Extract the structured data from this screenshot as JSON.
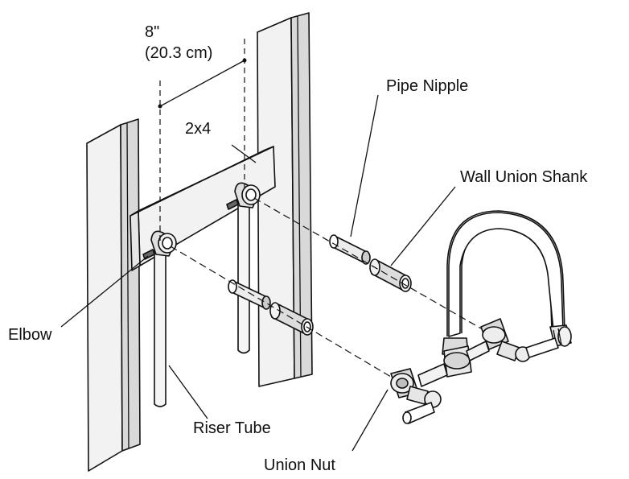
{
  "labels": {
    "dimension_in": "8\"",
    "dimension_cm": "(20.3 cm)",
    "lumber": "2x4",
    "pipe_nipple": "Pipe Nipple",
    "wall_union_shank": "Wall Union Shank",
    "elbow": "Elbow",
    "riser_tube": "Riser Tube",
    "union_nut": "Union Nut"
  },
  "colors": {
    "line": "#111111",
    "fill_light": "#f2f2f2",
    "fill_mid": "#d9d9d9",
    "fill_dark": "#9a9a9a",
    "background": "#ffffff"
  }
}
